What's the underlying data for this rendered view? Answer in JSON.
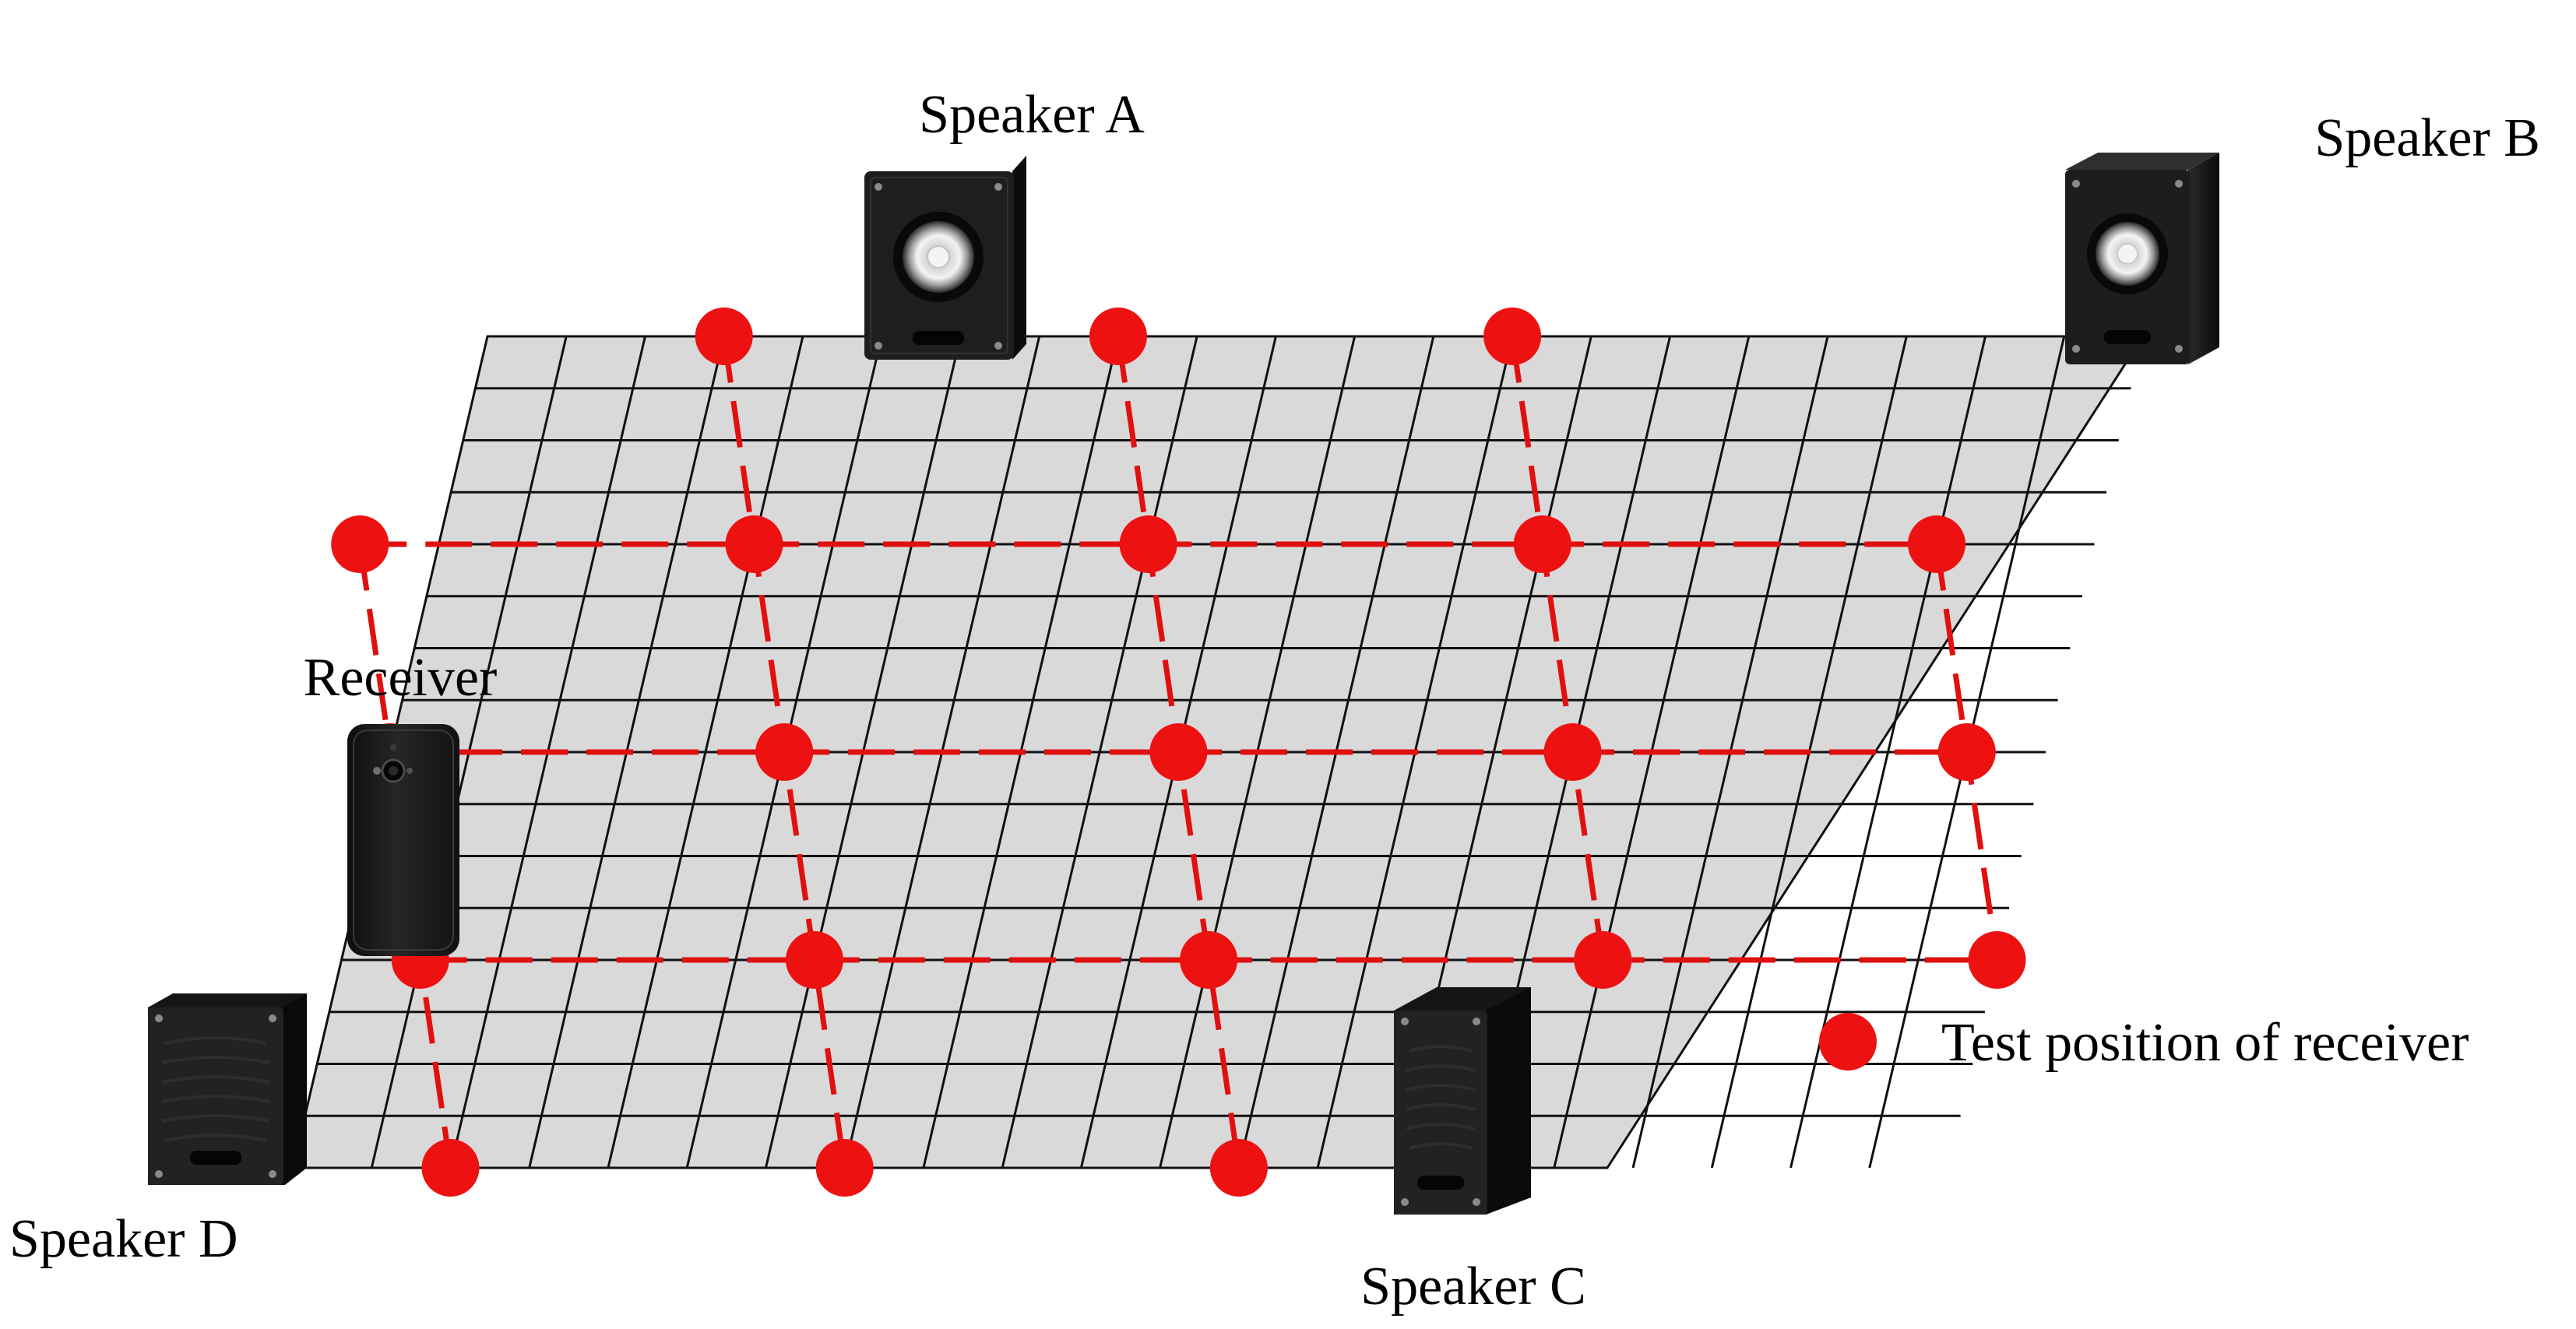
{
  "labels": {
    "speaker_a": "Speaker A",
    "speaker_b": "Speaker B",
    "speaker_c": "Speaker C",
    "speaker_d": "Speaker D",
    "receiver": "Receiver"
  },
  "legend": {
    "label": "Test position of receiver",
    "marker": "red-dot"
  },
  "colors": {
    "grid_fill": "#d9d9d9",
    "grid_line": "#111111",
    "marker": "#ee1111",
    "path": "#e01010",
    "device": "#1c1c1c"
  },
  "grid": {
    "rows": 16,
    "cols": 21
  },
  "test_points": [
    {
      "row": 0,
      "col": 3
    },
    {
      "row": 0,
      "col": 8
    },
    {
      "row": 0,
      "col": 13
    },
    {
      "row": 4,
      "col": -1
    },
    {
      "row": 4,
      "col": 4
    },
    {
      "row": 4,
      "col": 9
    },
    {
      "row": 4,
      "col": 14
    },
    {
      "row": 4,
      "col": 19
    },
    {
      "row": 8,
      "col": 0
    },
    {
      "row": 8,
      "col": 5
    },
    {
      "row": 8,
      "col": 10
    },
    {
      "row": 8,
      "col": 15
    },
    {
      "row": 8,
      "col": 20
    },
    {
      "row": 12,
      "col": 1
    },
    {
      "row": 12,
      "col": 6
    },
    {
      "row": 12,
      "col": 11
    },
    {
      "row": 12,
      "col": 16
    },
    {
      "row": 12,
      "col": 21
    },
    {
      "row": 16,
      "col": 2
    },
    {
      "row": 16,
      "col": 7
    },
    {
      "row": 16,
      "col": 12
    }
  ]
}
